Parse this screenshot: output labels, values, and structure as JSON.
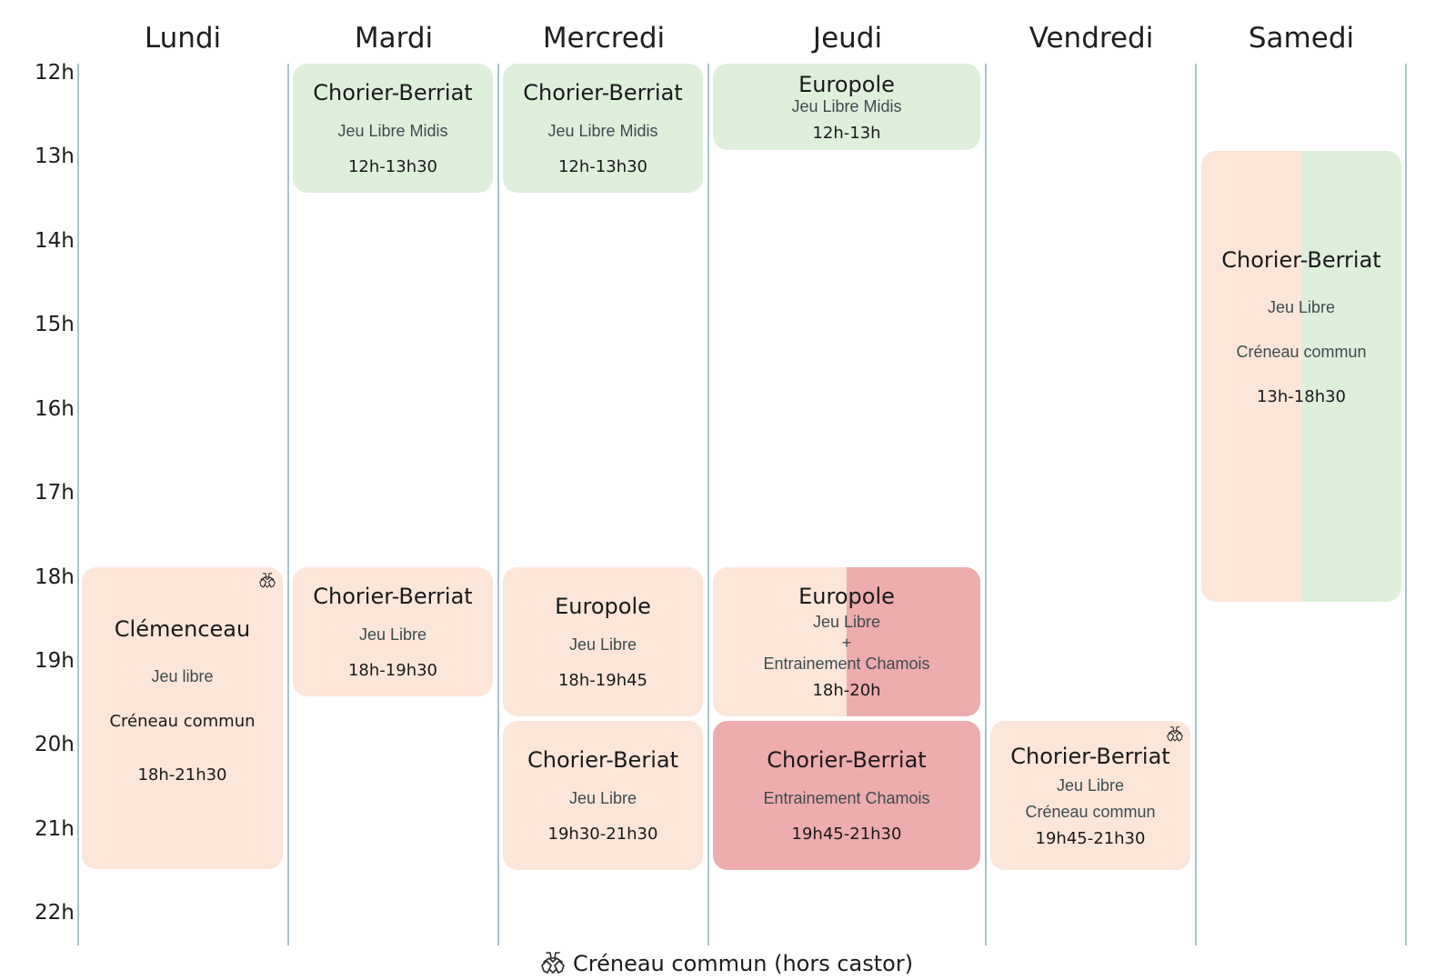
{
  "days": [
    "Lundi",
    "Mardi",
    "Mercredi",
    "Jeudi",
    "Vendredi",
    "Samedi"
  ],
  "hours": [
    "12h",
    "13h",
    "14h",
    "15h",
    "16h",
    "17h",
    "18h",
    "19h",
    "20h",
    "21h",
    "22h"
  ],
  "events": {
    "mardi_midi": {
      "location": "Chorier-Berriat",
      "activity": "Jeu Libre Midis",
      "time": "12h-13h30"
    },
    "mercredi_midi": {
      "location": "Chorier-Berriat",
      "activity": "Jeu Libre Midis",
      "time": "12h-13h30"
    },
    "jeudi_midi": {
      "location": "Europole",
      "activity": "Jeu Libre Midis",
      "time": "12h-13h"
    },
    "samedi": {
      "location": "Chorier-Berriat",
      "activity": "Jeu Libre",
      "sub": "Créneau commun",
      "time": "13h-18h30"
    },
    "lundi_soir": {
      "location": "Clémenceau",
      "activity": "Jeu libre",
      "sub": "Créneau commun",
      "time": "18h-21h30"
    },
    "mardi_soir": {
      "location": "Chorier-Berriat",
      "activity": "Jeu Libre",
      "time": "18h-19h30"
    },
    "mercredi_soir1": {
      "location": "Europole",
      "activity": "Jeu Libre",
      "time": "18h-19h45"
    },
    "mercredi_soir2": {
      "location": "Chorier-Beriat",
      "activity": "Jeu Libre",
      "time": "19h30-21h30"
    },
    "jeudi_soir1": {
      "location": "Europole",
      "activity": "Jeu Libre",
      "plus": "+",
      "sub": "Entrainement Chamois",
      "time": "18h-20h"
    },
    "jeudi_soir2": {
      "location": "Chorier-Berriat",
      "activity": "Entrainement Chamois",
      "time": "19h45-21h30"
    },
    "vendredi_soir": {
      "location": "Chorier-Berriat",
      "activity": "Jeu Libre",
      "sub": "Créneau commun",
      "time": "19h45-21h30"
    }
  },
  "legend": {
    "icon": "handshake-icon",
    "label": "Créneau commun (hors castor)"
  },
  "colors": {
    "peach": "#fce6d9",
    "green": "#deefdc",
    "red": "#edacad",
    "grid_line": "#a7c4c8"
  }
}
